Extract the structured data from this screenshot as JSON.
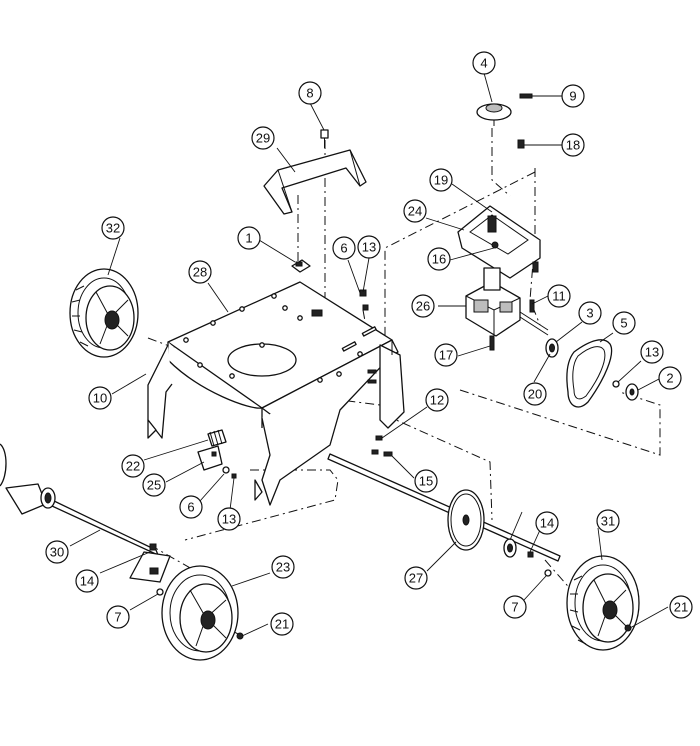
{
  "diagram": {
    "callouts": [
      {
        "key": "c4",
        "label": "4"
      },
      {
        "key": "c9",
        "label": "9"
      },
      {
        "key": "c8",
        "label": "8"
      },
      {
        "key": "c18",
        "label": "18"
      },
      {
        "key": "c29",
        "label": "29"
      },
      {
        "key": "c19",
        "label": "19"
      },
      {
        "key": "c24",
        "label": "24"
      },
      {
        "key": "c32",
        "label": "32"
      },
      {
        "key": "c1",
        "label": "1"
      },
      {
        "key": "c6a",
        "label": "6"
      },
      {
        "key": "c13a",
        "label": "13"
      },
      {
        "key": "c16",
        "label": "16"
      },
      {
        "key": "c28",
        "label": "28"
      },
      {
        "key": "c11",
        "label": "11"
      },
      {
        "key": "c26",
        "label": "26"
      },
      {
        "key": "c3",
        "label": "3"
      },
      {
        "key": "c5",
        "label": "5"
      },
      {
        "key": "c13b",
        "label": "13"
      },
      {
        "key": "c17",
        "label": "17"
      },
      {
        "key": "c2",
        "label": "2"
      },
      {
        "key": "c20",
        "label": "20"
      },
      {
        "key": "c10",
        "label": "10"
      },
      {
        "key": "c12",
        "label": "12"
      },
      {
        "key": "c22",
        "label": "22"
      },
      {
        "key": "c15",
        "label": "15"
      },
      {
        "key": "c25",
        "label": "25"
      },
      {
        "key": "c6b",
        "label": "6"
      },
      {
        "key": "c13c",
        "label": "13"
      },
      {
        "key": "c14a",
        "label": "14"
      },
      {
        "key": "c31",
        "label": "31"
      },
      {
        "key": "c30",
        "label": "30"
      },
      {
        "key": "c27",
        "label": "27"
      },
      {
        "key": "c23",
        "label": "23"
      },
      {
        "key": "c14b",
        "label": "14"
      },
      {
        "key": "c7a",
        "label": "7"
      },
      {
        "key": "c7b",
        "label": "7"
      },
      {
        "key": "c21a",
        "label": "21"
      },
      {
        "key": "c21b",
        "label": "21"
      }
    ]
  }
}
